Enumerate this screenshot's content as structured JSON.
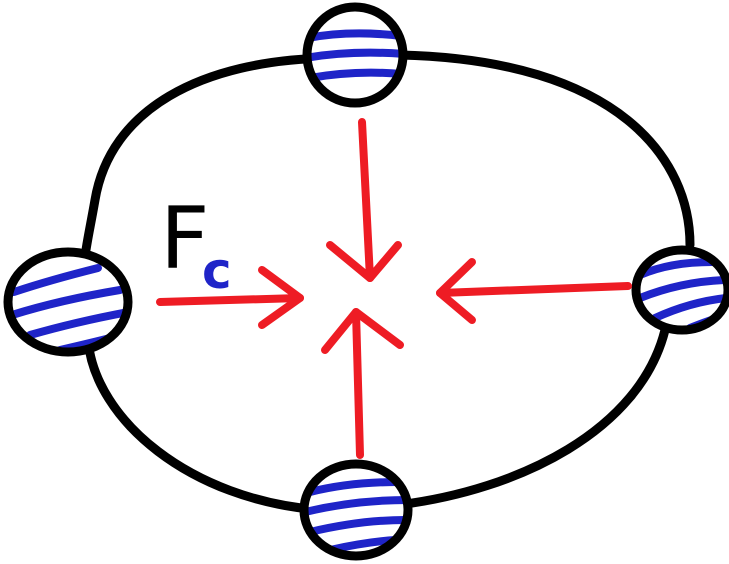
{
  "diagram": {
    "force_label": {
      "main": "F",
      "subscript": "c"
    },
    "objects": [
      {
        "id": "top",
        "stripe_icon": "striped-ball-icon"
      },
      {
        "id": "left",
        "stripe_icon": "striped-ball-icon"
      },
      {
        "id": "right",
        "stripe_icon": "striped-ball-icon"
      },
      {
        "id": "bottom",
        "stripe_icon": "striped-ball-icon"
      }
    ],
    "arrows": [
      {
        "from": "top",
        "direction": "toward-center"
      },
      {
        "from": "left",
        "direction": "toward-center"
      },
      {
        "from": "right",
        "direction": "toward-center"
      },
      {
        "from": "bottom",
        "direction": "toward-center"
      }
    ],
    "colors": {
      "orbit": "#000000",
      "arrows": "#ee1c24",
      "stripes": "#1f24c8",
      "label_main": "#000000",
      "label_sub": "#1f24c8",
      "background": "#ffffff"
    }
  }
}
